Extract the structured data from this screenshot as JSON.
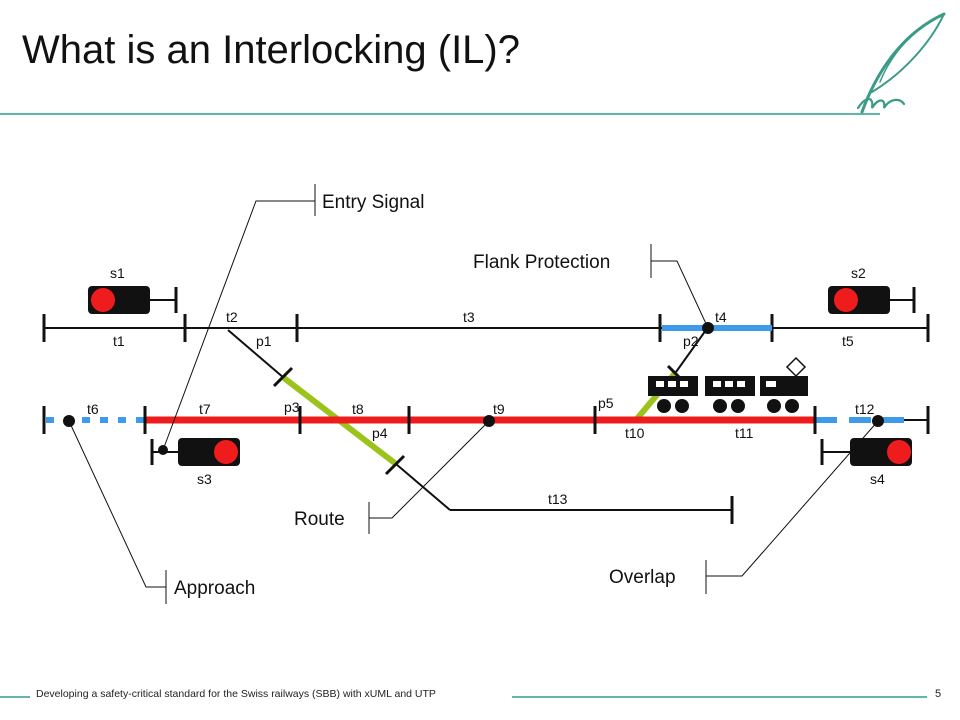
{
  "slide": {
    "title": "What is an Interlocking (IL)?",
    "footer": "Developing a safety-critical standard for the Swiss railways (SBB) with xUML and UTP",
    "page_number": "5"
  },
  "colors": {
    "accent": "#5fb8a6",
    "route": "#ee1c1c",
    "switch": "#9bc31b",
    "overlap": "#3d9be9",
    "signal_body": "#111111",
    "signal_light": "#ee1c1c"
  },
  "signals": {
    "s1": "s1",
    "s2": "s2",
    "s3": "s3",
    "s4": "s4"
  },
  "tracks": {
    "t1": "t1",
    "t2": "t2",
    "t3": "t3",
    "t4": "t4",
    "t5": "t5",
    "t6": "t6",
    "t7": "t7",
    "t8": "t8",
    "t9": "t9",
    "t10": "t10",
    "t11": "t11",
    "t12": "t12",
    "t13": "t13"
  },
  "points": {
    "p1": "p1",
    "p2": "p2",
    "p3": "p3",
    "p4": "p4",
    "p5": "p5"
  },
  "callouts": {
    "entry_signal": "Entry Signal",
    "flank_protection": "Flank Protection",
    "route": "Route",
    "approach": "Approach",
    "overlap": "Overlap"
  }
}
